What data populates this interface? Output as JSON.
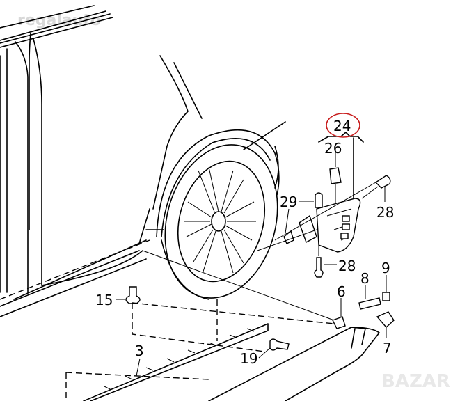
{
  "diagram": {
    "callouts": [
      {
        "id": "24",
        "highlighted": true
      },
      {
        "id": "26"
      },
      {
        "id": "29"
      },
      {
        "id": "28a",
        "label": "28"
      },
      {
        "id": "28b",
        "label": "28"
      },
      {
        "id": "9"
      },
      {
        "id": "8"
      },
      {
        "id": "6"
      },
      {
        "id": "15"
      },
      {
        "id": "3"
      },
      {
        "id": "19"
      },
      {
        "id": "7"
      }
    ],
    "highlight_color": "#c81e1e",
    "watermarks": {
      "top": "regalauto",
      "bottom": "BAZAR"
    }
  }
}
